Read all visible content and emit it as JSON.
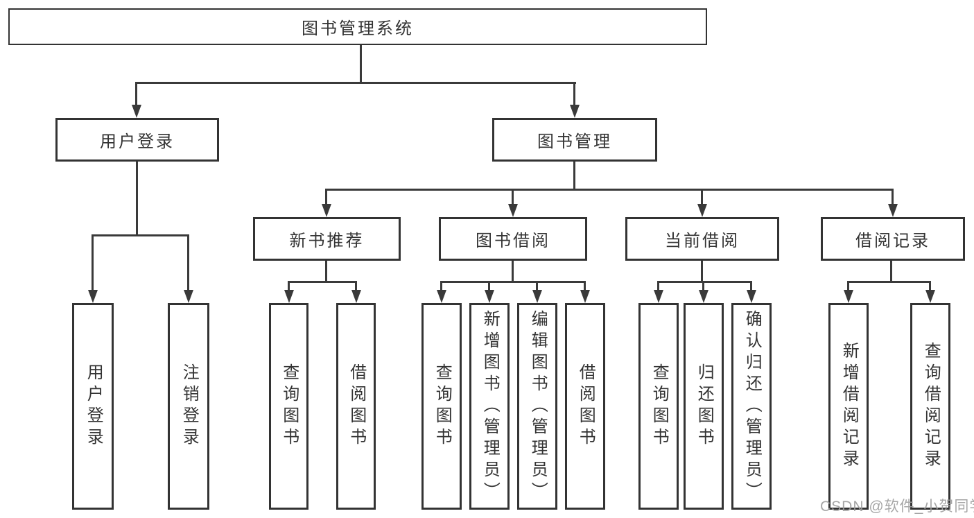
{
  "tree": {
    "root": {
      "label": "图书管理系统",
      "children": [
        {
          "label": "用户登录",
          "children": [
            {
              "label": "用户登录"
            },
            {
              "label": "注销登录"
            }
          ]
        },
        {
          "label": "图书管理",
          "children": [
            {
              "label": "新书推荐",
              "children": [
                {
                  "label": "查询图书"
                },
                {
                  "label": "借阅图书"
                }
              ]
            },
            {
              "label": "图书借阅",
              "children": [
                {
                  "label": "查询图书"
                },
                {
                  "label": "新增图书（管理员）"
                },
                {
                  "label": "编辑图书（管理员）"
                },
                {
                  "label": "借阅图书"
                }
              ]
            },
            {
              "label": "当前借阅",
              "children": [
                {
                  "label": "查询图书"
                },
                {
                  "label": "归还图书"
                },
                {
                  "label": "确认归还（管理员）"
                }
              ]
            },
            {
              "label": "借阅记录",
              "children": [
                {
                  "label": "新增借阅记录"
                },
                {
                  "label": "查询借阅记录"
                }
              ]
            }
          ]
        }
      ]
    }
  },
  "watermark": {
    "text": "CSDN @软件_小贺同学"
  },
  "colors": {
    "line": "#3a3a3a",
    "box_border": "#333333",
    "text": "#333333",
    "watermark": "#9e9e9e",
    "background": "#ffffff"
  }
}
